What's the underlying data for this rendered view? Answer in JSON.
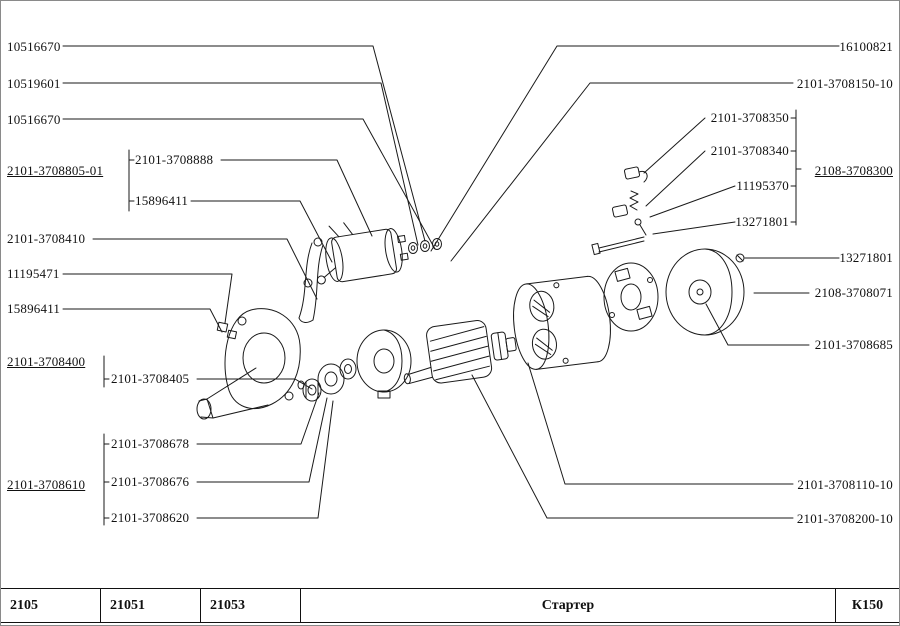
{
  "page": {
    "background": "#ffffff",
    "line_color": "#1a1a1a"
  },
  "labels": {
    "left": [
      "10516670",
      "10519601",
      "10516670",
      "2101-3708805-01",
      "2101-3708888",
      "15896411",
      "2101-3708410",
      "11195471",
      "15896411",
      "2101-3708400",
      "2101-3708405",
      "2101-3708678",
      "2101-3708610",
      "2101-3708676",
      "2101-3708620"
    ],
    "right": [
      "16100821",
      "2101-3708150-10",
      "2101-3708350",
      "2101-3708340",
      "2108-3708300",
      "11195370",
      "13271801",
      "13271801",
      "2108-3708071",
      "2101-3708685",
      "2101-3708110-10",
      "2101-3708200-10"
    ]
  },
  "footer": {
    "models": [
      "2105",
      "21051",
      "21053"
    ],
    "title": "Стартер",
    "code": "К150"
  }
}
